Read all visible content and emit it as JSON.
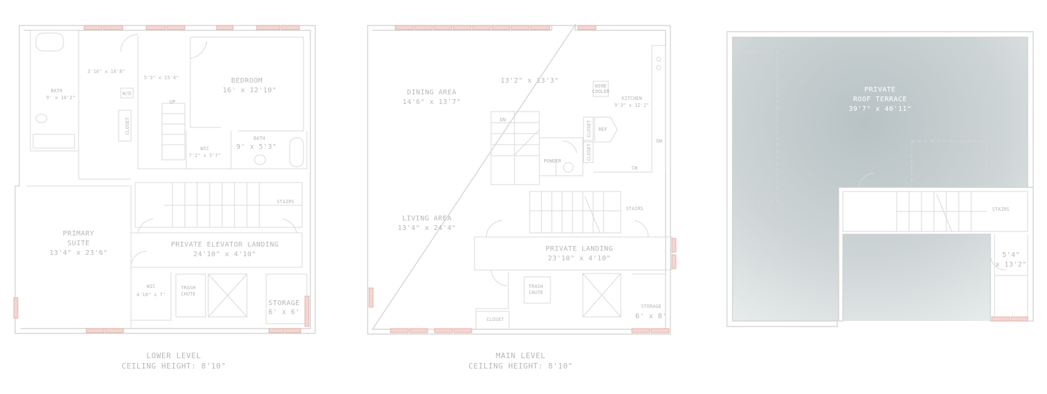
{
  "levels": {
    "lower": {
      "caption": "LOWER LEVEL",
      "ceiling": "CEILING HEIGHT: 8'10\"",
      "rooms": {
        "bath1_name": "BATH",
        "bath1_dim": "9' x 10'2\"",
        "hall_dim": "3'10\" x 10'8\"",
        "foyer_dim": "5'3\" x 15'4\"",
        "wic_small": "W/D",
        "closet": "CLOSET",
        "up": "UP",
        "bedroom_name": "BEDROOM",
        "bedroom_dim": "16' x 12'10\"",
        "bath2_name": "BATH",
        "bath2_dim": "9' x 5'3\"",
        "wic_name": "WIC",
        "wic_dim": "7'2\" x 5'7\"",
        "stairs": "STAIRS",
        "primary_name1": "PRIMARY",
        "primary_name2": "SUITE",
        "primary_dim": "13'4\" x 23'6\"",
        "landing_name": "PRIVATE ELEVATOR LANDING",
        "landing_dim": "24'10\" x 4'10\"",
        "wic2_name": "WIC",
        "wic2_dim": "4'10\" x 7'",
        "trash1": "TRASH",
        "trash2": "CHUTE",
        "storage_name": "STORAGE",
        "storage_dim": "6' x 6'"
      }
    },
    "main": {
      "caption": "MAIN LEVEL",
      "ceiling": "CEILING HEIGHT: 8'10\"",
      "rooms": {
        "dining_name": "DINING AREA",
        "dining_dim": "14'6\" x 13'7\"",
        "top_dim": "13'2\" x 13'3\"",
        "wine1": "WINE",
        "wine2": "COOLER",
        "kitchen_name": "KITCHEN",
        "kitchen_dim": "9'3\" x 12'2\"",
        "dn": "DN",
        "closet_a": "CLOSET",
        "closet_b": "CLOSET",
        "ref": "REF",
        "dw": "DW",
        "powder": "POWDER",
        "cw": "CW",
        "stairs": "STAIRS",
        "living_name": "LIVING AREA",
        "living_dim": "13'4\" x 24'4\"",
        "landing_name": "PRIVATE LANDING",
        "landing_dim": "23'10\" x 4'10\"",
        "trash1": "TRASH",
        "trash2": "CHUTE",
        "closet_c": "CLOSET",
        "storage_name": "STORAGE",
        "storage_dim": "6' x 8'"
      }
    },
    "roof": {
      "rooms": {
        "terrace1": "PRIVATE",
        "terrace2": "ROOF TERRACE",
        "terrace_dim": "39'7\" x 40'11\"",
        "stairs": "STAIRS",
        "small_dim1": "5'4\"",
        "small_dim2": "x 13'2\""
      }
    }
  }
}
